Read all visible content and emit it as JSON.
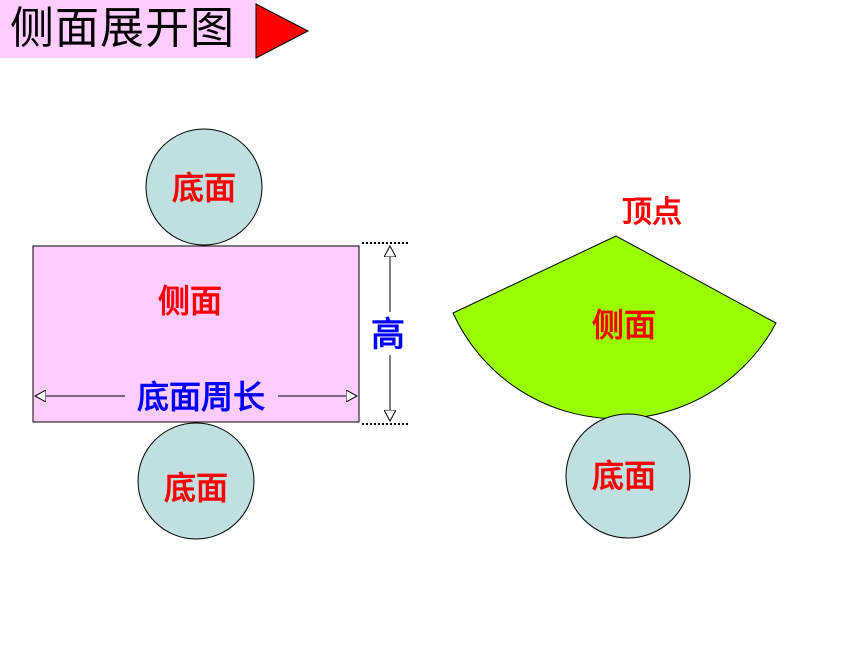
{
  "title": "侧面展开图",
  "cylinder": {
    "top_base_label": "底面",
    "lateral_label": "侧面",
    "circumference_label": "底面周长",
    "height_label": "高",
    "bottom_base_label": "底面"
  },
  "cone": {
    "apex_label": "顶点",
    "lateral_label": "侧面",
    "base_label": "底面"
  },
  "colors": {
    "title_bg": "#ffccff",
    "arrow": "#ff0000",
    "rect_fill": "#ffccff",
    "circle_fill": "#bfdfe0",
    "sector_fill": "#99ff00",
    "label_red": "#ff0000",
    "label_blue": "#0000ff"
  }
}
